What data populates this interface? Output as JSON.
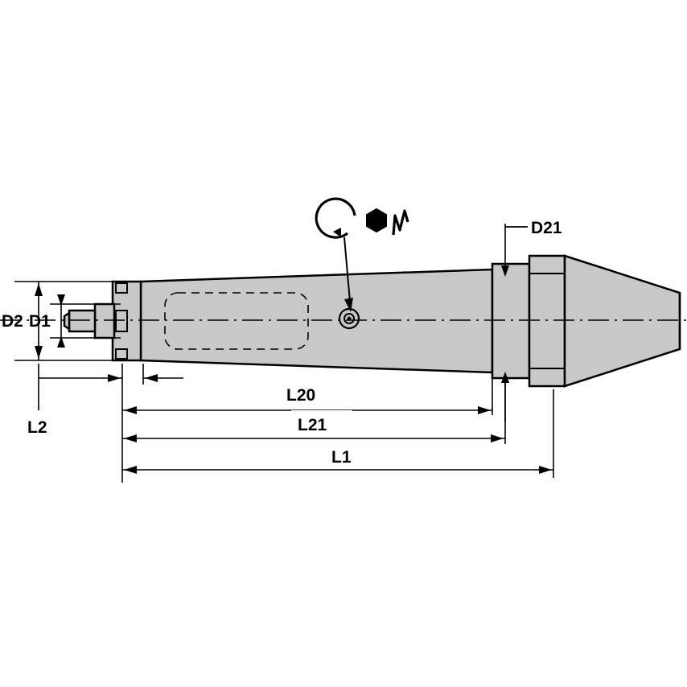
{
  "diagram": {
    "title": "Technical drawing - tool holder / taper shank arbor side view",
    "type": "engineering-dimension-drawing",
    "colors": {
      "body_fill": "#c8c8c8",
      "outline": "#000000",
      "background": "#ffffff",
      "hidden_line": "#000000"
    },
    "dimension_labels": [
      {
        "id": "d2",
        "text": "D2"
      },
      {
        "id": "d1",
        "text": "D1"
      },
      {
        "id": "d21",
        "text": "D21"
      },
      {
        "id": "l2",
        "text": "L2"
      },
      {
        "id": "l20",
        "text": "L20"
      },
      {
        "id": "l21",
        "text": "L21"
      },
      {
        "id": "l1",
        "text": "L1"
      }
    ],
    "annotations": {
      "clamping_symbol": "hex-key-rotation-symbol",
      "leader_target": "clamping-screw-location"
    }
  }
}
